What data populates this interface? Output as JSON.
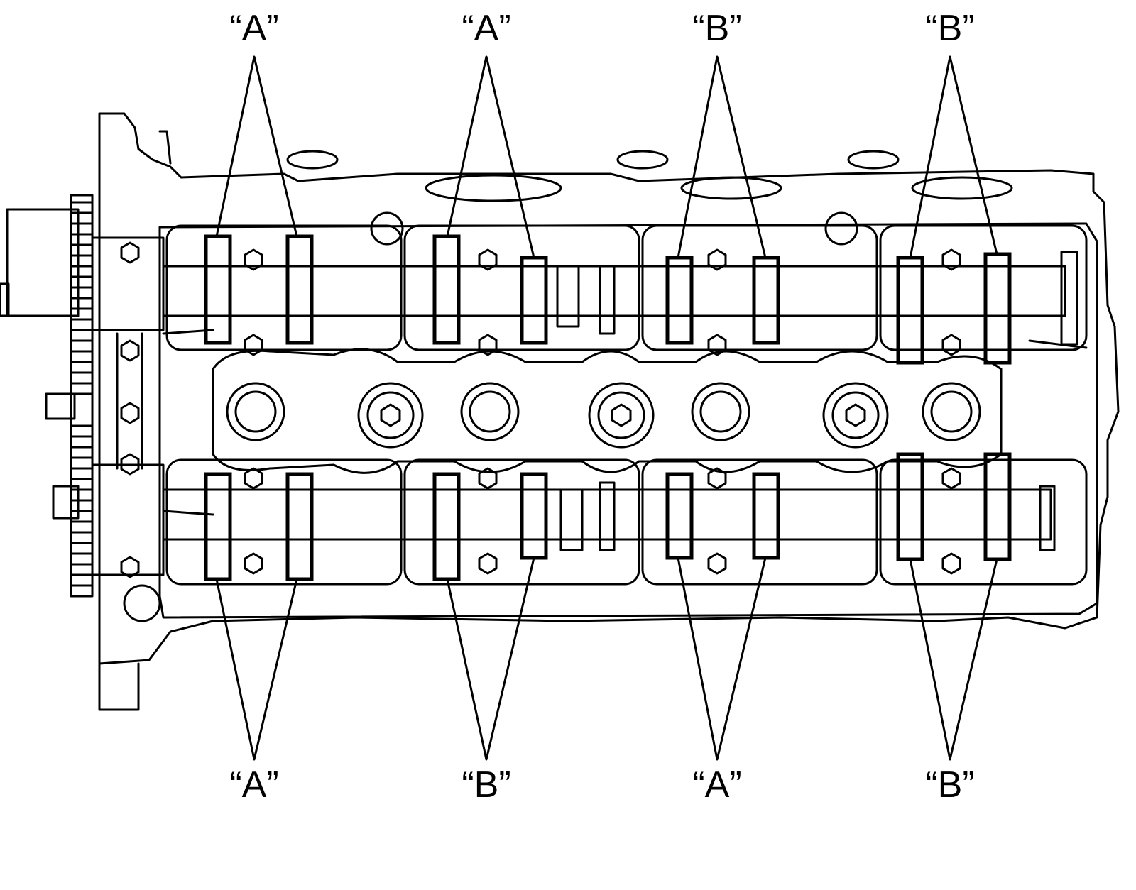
{
  "labels": {
    "top": [
      "“A”",
      "“A”",
      "“B”",
      "“B”"
    ],
    "bottom": [
      "“A”",
      "“B”",
      "“A”",
      "“B”"
    ]
  }
}
